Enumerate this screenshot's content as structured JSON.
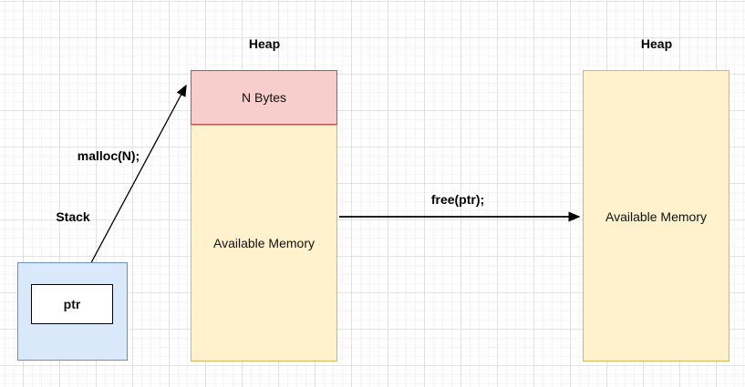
{
  "stack": {
    "label": "Stack",
    "ptr": "ptr"
  },
  "heap_before": {
    "label": "Heap",
    "allocated": "N Bytes",
    "available": "Available Memory"
  },
  "heap_after": {
    "label": "Heap",
    "available": "Available Memory"
  },
  "actions": {
    "malloc": "malloc(N);",
    "free": "free(ptr);"
  },
  "colors": {
    "stack_fill": "#dae8fc",
    "stack_border": "#6c8ebf",
    "allocated_fill": "#f8cecc",
    "allocated_border": "#b85450",
    "available_fill": "#fff2cc",
    "available_border": "#d6b656",
    "ptr_fill": "#ffffff",
    "ptr_border": "#000000",
    "arrow": "#000000",
    "grid_major": "#e2e2e2",
    "grid_minor": "#f5f5f5"
  }
}
